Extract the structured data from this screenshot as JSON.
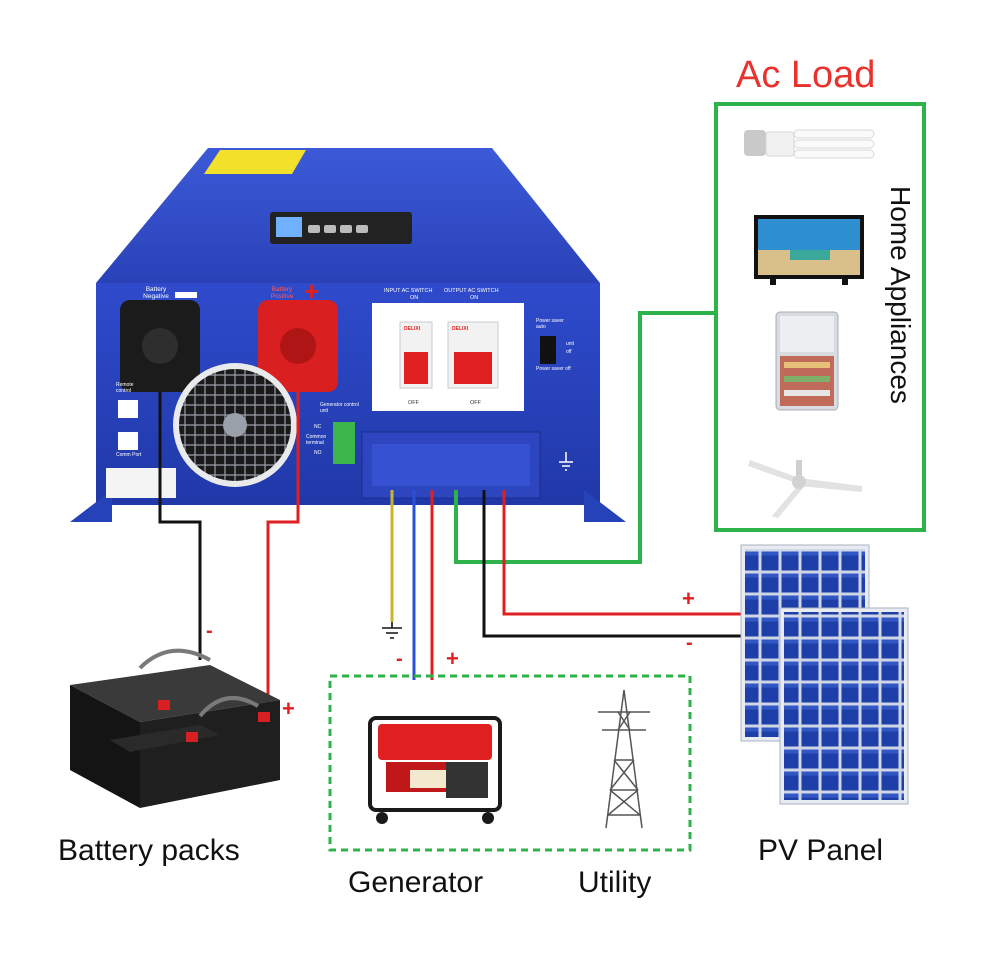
{
  "title": "Ac Load",
  "side_title": "Home Appliances",
  "labels": {
    "battery": "Battery packs",
    "generator": "Generator",
    "utility": "Utility",
    "pv": "PV Panel"
  },
  "inverter_labels": {
    "battery_negative": "Battery Negative",
    "battery_positive": "Battery Positive",
    "input_ac_switch": "INPUT AC SWITCH",
    "output_ac_switch": "OUTPUT AC SWITCH",
    "on_1": "ON",
    "on_2": "ON",
    "off_1": "OFF",
    "off_2": "OFF",
    "delixi_1": "DELIXI",
    "delixi_2": "DELIXI",
    "power_saver_auto": "Power saver auto",
    "power_saver_off": "Power saver off",
    "unit": "unit",
    "off_small": "off",
    "generator_control": "Generator control unit",
    "nc": "NC",
    "common_terminal": "Common terminal",
    "no": "NO",
    "remote_control": "Remote control",
    "comm_port": "Comm Port"
  },
  "signs": {
    "battery_neg": "-",
    "battery_pos": "+",
    "gen_neg": "-",
    "gen_pos": "+",
    "pv_pos": "+",
    "pv_neg": "-",
    "inverter_pos": "+"
  },
  "colors": {
    "title_red": "#e8322e",
    "frame_green": "#2db34a",
    "wire_red": "#e02020",
    "wire_black": "#111111",
    "wire_blue": "#2a4fd8",
    "wire_yellow": "#c8b430",
    "inverter_blue": "#2c48c8",
    "panel_blue": "#1f3fa8"
  }
}
